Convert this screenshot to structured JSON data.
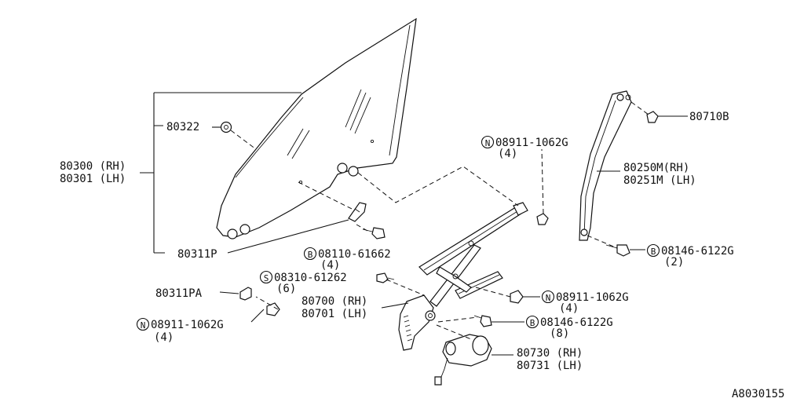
{
  "labels": {
    "p80300": "80300 (RH)",
    "p80301": "80301 (LH)",
    "p80322": "80322",
    "p80311P": "80311P",
    "p80311PA": "80311PA",
    "n_left": "08911-1062G",
    "n_left_qty": "(4)",
    "b_08110": "08110-61662",
    "b_08110_qty": "(4)",
    "s_08310": "08310-61262",
    "s_08310_qty": "(6)",
    "p80700": "80700 (RH)",
    "p80701": "80701 (LH)",
    "n_top": "08911-1062G",
    "n_top_qty": "(4)",
    "n_right": "08911-1062G",
    "n_right_qty": "(4)",
    "b_08146_lower": "08146-6122G",
    "b_08146_lower_qty": "(8)",
    "p80730": "80730 (RH)",
    "p80731": "80731 (LH)",
    "p80710B": "80710B",
    "p80250M": "80250M(RH)",
    "p80251M": "80251M (LH)",
    "b_08146_upper": "08146-6122G",
    "b_08146_upper_qty": "(2)",
    "diagram_id": "A8030155"
  },
  "prefixes": {
    "N": "N",
    "B": "B",
    "S": "S"
  }
}
